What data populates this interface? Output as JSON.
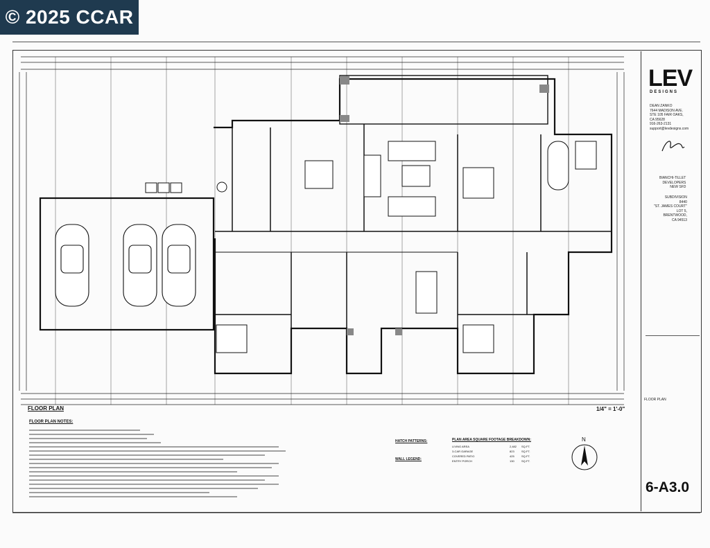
{
  "watermark": "© 2025 CCAR",
  "title_block": {
    "logo": "LEV",
    "logo_sub": "DESIGNS",
    "designer": "DEAN ZANKO\n7644 MADISON AVE.\nSTE 105 FAIR OAKS,\nCA 95628\n916-263-2131\nsupport@levdesigns.com",
    "project": "BIANCHI-TILLET\nDEVELOPERS\nNEW SFD",
    "subdivision": "SUBDIVISION\n8440\n\"ST. JAMES COURT\"\nLOT 5,\nBRENTWOOD,\nCA 94513",
    "sheet_name": "FLOOR PLAN",
    "sheet_number": "6-A3.0"
  },
  "plan": {
    "floor_plan_label": "FLOOR PLAN",
    "scale": "1/4\" = 1'-0\"",
    "notes_title": "FLOOR PLAN NOTES:",
    "hatch_title": "HATCH PATTERNS:",
    "wall_title": "WALL LEGEND:",
    "area_title": "PLAN AREA SQUARE FOOTAGE BREAKDOWN:",
    "north": "N",
    "areas": [
      {
        "name": "LIVING AREA",
        "value": "2,482",
        "unit": "SQ.FT."
      },
      {
        "name": "3-CAR GARAGE",
        "value": "823",
        "unit": "SQ.FT."
      },
      {
        "name": "COVERED PATIO",
        "value": "425",
        "unit": "SQ.FT."
      },
      {
        "name": "ENTRY PORCH",
        "value": "130",
        "unit": "SQ.FT."
      }
    ]
  }
}
